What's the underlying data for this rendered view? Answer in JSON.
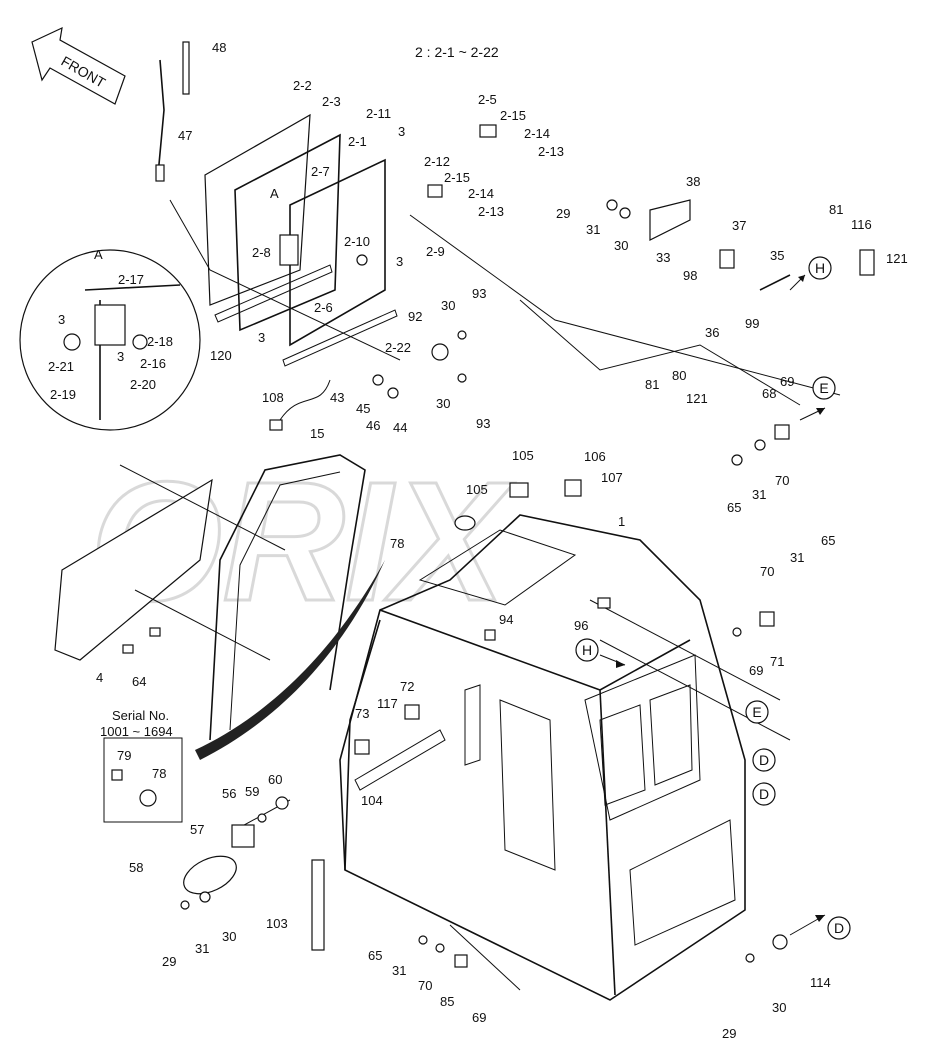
{
  "header": {
    "range_note": "2 : 2-1 ~ 2-22"
  },
  "direction_label": "FRONT",
  "watermark": "ORIX",
  "serial_box": {
    "title": "Serial No.",
    "range": "1001 ~ 1694",
    "callouts": [
      "79",
      "78"
    ]
  },
  "detail_view_label": "A",
  "detail_view_callouts": [
    "2-17",
    "3",
    "2-18",
    "2-16",
    "2-21",
    "2-19",
    "2-20",
    "3"
  ],
  "view_markers": [
    "H",
    "E",
    "D",
    "H",
    "E",
    "D",
    "D"
  ],
  "callouts": [
    "48",
    "47",
    "2-2",
    "2-3",
    "2-11",
    "3",
    "2-1",
    "2-7",
    "A",
    "2-5",
    "2-15",
    "2-14",
    "2-13",
    "2-12",
    "2-15",
    "2-14",
    "2-13",
    "2-10",
    "2-9",
    "2-8",
    "3",
    "2-6",
    "120",
    "3",
    "2-22",
    "29",
    "38",
    "31",
    "30",
    "37",
    "33",
    "98",
    "35",
    "81",
    "116",
    "121",
    "36",
    "99",
    "30",
    "93",
    "92",
    "30",
    "93",
    "81",
    "80",
    "121",
    "108",
    "43",
    "45",
    "46",
    "44",
    "69",
    "68",
    "70",
    "31",
    "65",
    "15",
    "105",
    "106",
    "107",
    "105",
    "1",
    "78",
    "31",
    "65",
    "70",
    "94",
    "96",
    "69",
    "71",
    "72",
    "117",
    "73",
    "104",
    "60",
    "59",
    "56",
    "57",
    "58",
    "29",
    "31",
    "30",
    "103",
    "65",
    "31",
    "70",
    "85",
    "69",
    "114",
    "30",
    "29",
    "4",
    "64"
  ]
}
